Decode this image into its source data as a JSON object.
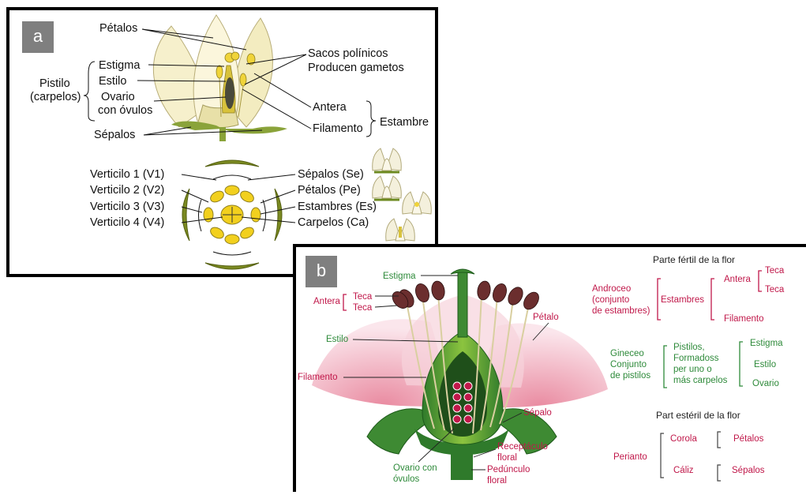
{
  "panel_a": {
    "tag": "a",
    "petalos": "Pétalos",
    "pistilo_1": "Pistilo",
    "pistilo_2": "(carpelos)",
    "estigma": "Estigma",
    "estilo": "Estilo",
    "ovario_1": "Ovario",
    "ovario_2": "con óvulos",
    "sepalos": "Sépalos",
    "sacos_1": "Sacos polínicos",
    "sacos_2": "Producen gametos",
    "antera": "Antera",
    "filamento": "Filamento",
    "estambre": "Estambre",
    "v1": "Verticilo 1 (V1)",
    "v2": "Verticilo 2 (V2)",
    "v3": "Verticilo 3 (V3)",
    "v4": "Verticilo 4 (V4)",
    "se": "Sépalos (Se)",
    "pe": "Pétalos (Pe)",
    "es": "Estambres (Es)",
    "ca": "Carpelos (Ca)"
  },
  "panel_b": {
    "tag": "b",
    "estigma": "Estigma",
    "antera": "Antera",
    "teca_1": "Teca",
    "teca_2": "Teca",
    "petalo": "Pétalo",
    "estilo": "Estilo",
    "filamento": "Filamento",
    "sepalo": "Sépalo",
    "ovario_1": "Ovario con",
    "ovario_2": "óvulos",
    "receptaculo_1": "Receptáculo",
    "receptaculo_2": "floral",
    "pedunculo_1": "Pedúnculo",
    "pedunculo_2": "floral",
    "fertil_title": "Parte fértil de la flor",
    "androceo_1": "Androceo",
    "androceo_2": "(conjunto",
    "androceo_3": "de estambres)",
    "estambres": "Estambres",
    "antera_r": "Antera",
    "teca_r1": "Teca",
    "teca_r2": "Teca",
    "filamento_r": "Filamento",
    "gineceo_1": "Gineceo",
    "gineceo_2": "Conjunto",
    "gineceo_3": "de pistilos",
    "pistilos_1": "Pistilos,",
    "pistilos_2": "Formadoss",
    "pistilos_3": "per uno o",
    "pistilos_4": "más carpelos",
    "estigma_r": "Estigma",
    "estilo_r": "Estilo",
    "ovario_r": "Ovario",
    "esteril_title": "Part estéril de la flor",
    "perianto": "Perianto",
    "corola": "Corola",
    "caliz": "Cáliz",
    "petalos_r": "Pétalos",
    "sepalos_r": "Sépalos"
  }
}
